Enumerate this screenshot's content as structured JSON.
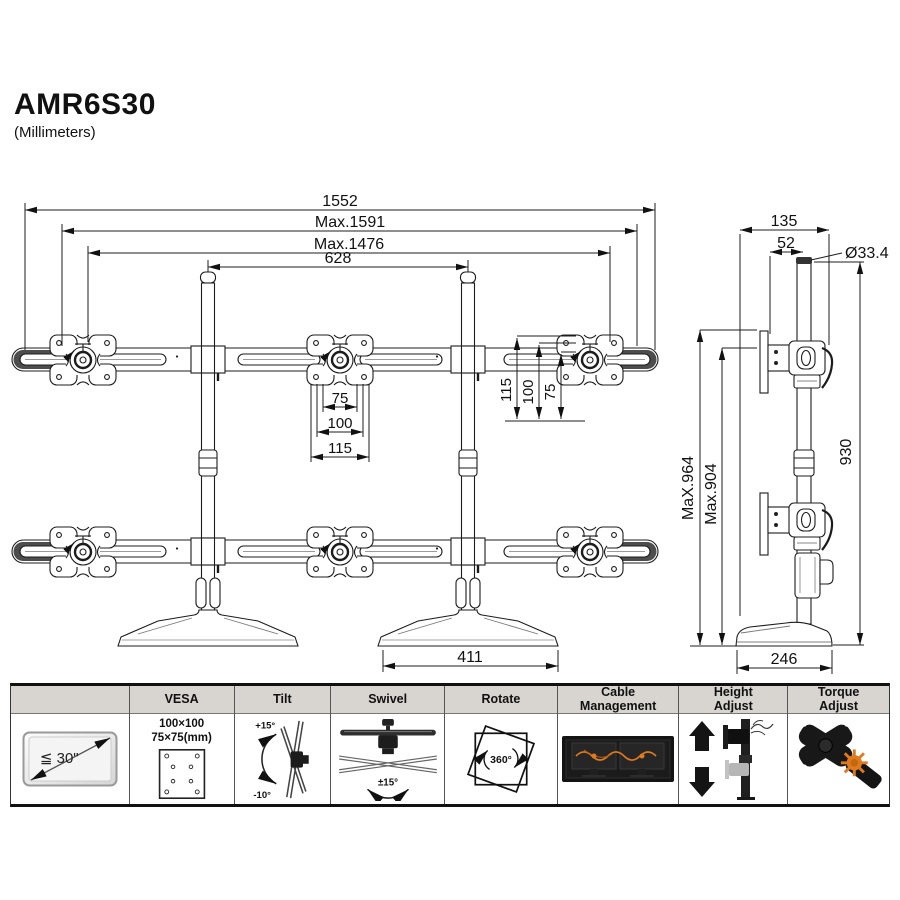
{
  "title": "AMR6S30",
  "subtitle": "(Millimeters)",
  "front_view": {
    "dim_total_width": "1552",
    "dim_max_width_1": "Max.1591",
    "dim_max_width_2": "Max.1476",
    "dim_pole_spacing": "628",
    "dim_vesa_w_75": "75",
    "dim_vesa_w_100": "100",
    "dim_plate_w_115": "115",
    "dim_vesa_v_115": "115",
    "dim_vesa_v_100": "100",
    "dim_vesa_v_75": "75",
    "dim_base_width": "411"
  },
  "side_view": {
    "dim_depth": "135",
    "dim_offset": "52",
    "dim_pole_diameter": "Ø33.4",
    "dim_pole_height": "930",
    "dim_max_height_1": "MaX.964",
    "dim_max_height_2": "Max.904",
    "dim_base_depth": "246"
  },
  "table": {
    "headers": [
      "",
      "VESA",
      "Tilt",
      "Swivel",
      "Rotate",
      "Cable\nManagement",
      "Height\nAdjust",
      "Torque\nAdjust"
    ],
    "screen_size": "≦ 30\"",
    "vesa_line1": "100×100",
    "vesa_line2": "75×75(mm)",
    "tilt_up": "+15°",
    "tilt_down": "-10°",
    "swivel_range": "±15°",
    "rotate_range": "360°"
  }
}
